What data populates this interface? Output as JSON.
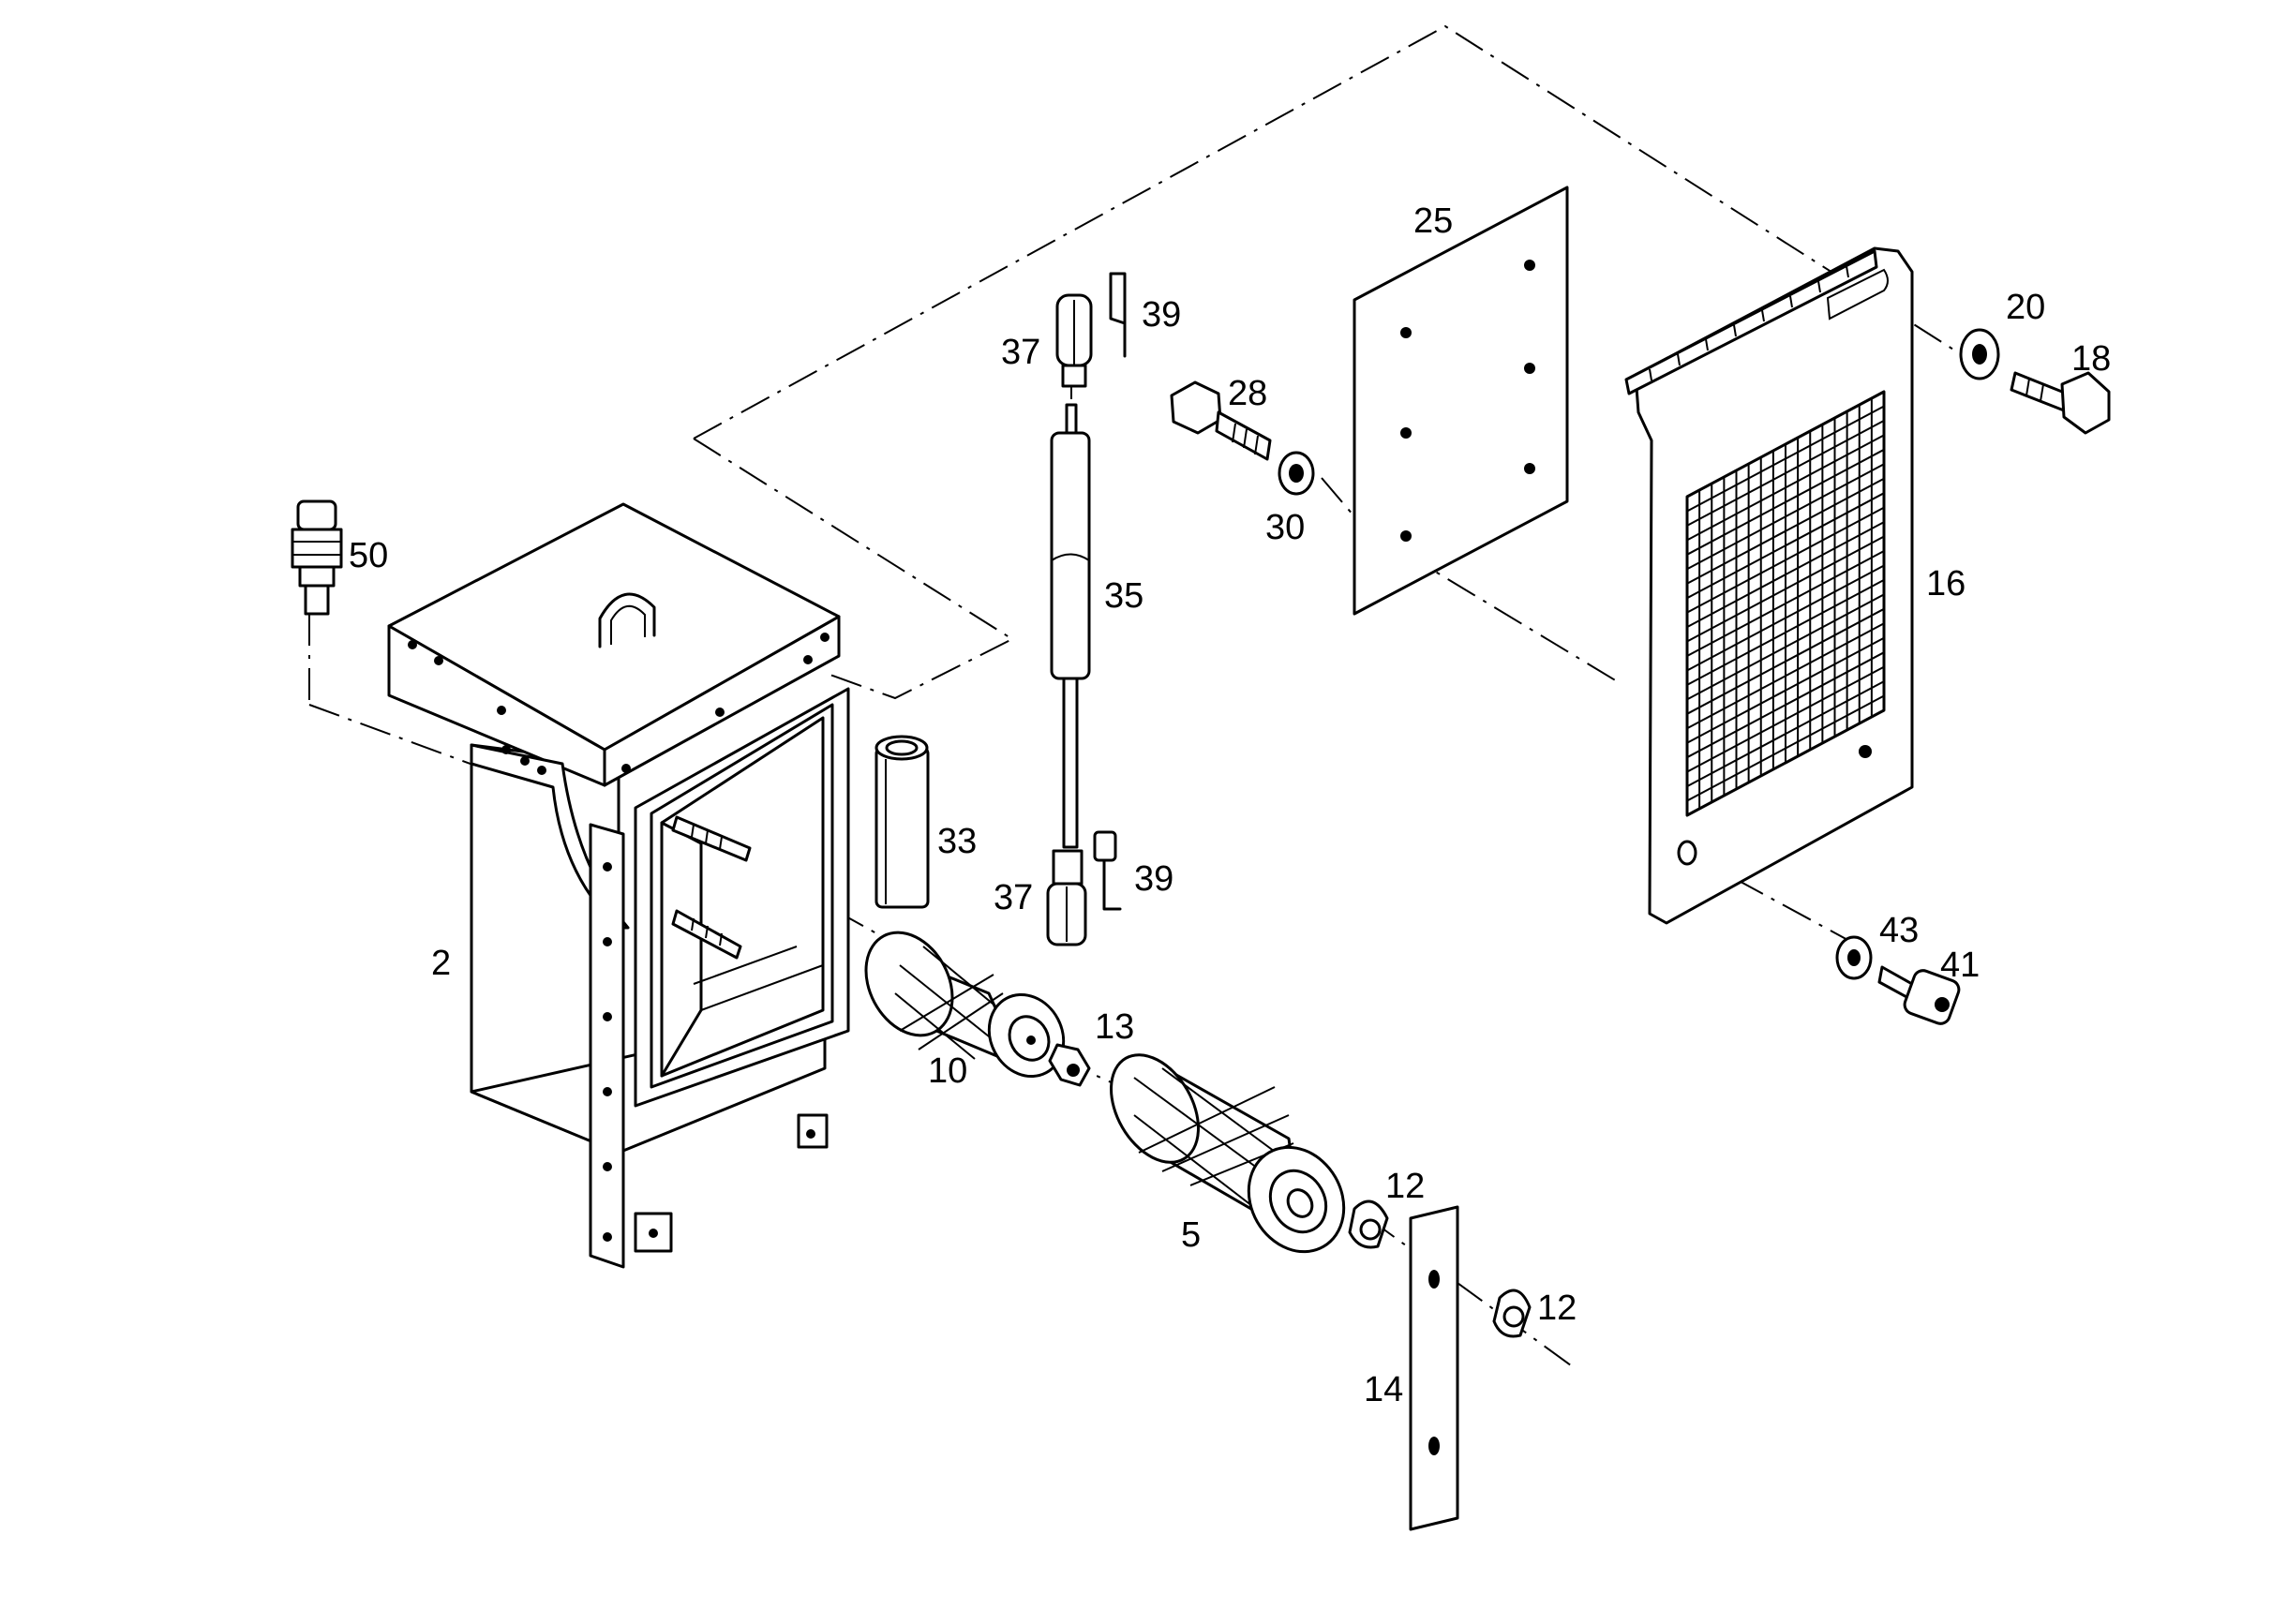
{
  "diagram": {
    "part_numbers": [
      {
        "id": "p2",
        "label": "2"
      },
      {
        "id": "p5",
        "label": "5"
      },
      {
        "id": "p10",
        "label": "10"
      },
      {
        "id": "p12a",
        "label": "12"
      },
      {
        "id": "p12b",
        "label": "12"
      },
      {
        "id": "p13",
        "label": "13"
      },
      {
        "id": "p14",
        "label": "14"
      },
      {
        "id": "p16",
        "label": "16"
      },
      {
        "id": "p18",
        "label": "18"
      },
      {
        "id": "p20",
        "label": "20"
      },
      {
        "id": "p25",
        "label": "25"
      },
      {
        "id": "p28",
        "label": "28"
      },
      {
        "id": "p30",
        "label": "30"
      },
      {
        "id": "p33",
        "label": "33"
      },
      {
        "id": "p35",
        "label": "35"
      },
      {
        "id": "p37a",
        "label": "37"
      },
      {
        "id": "p37b",
        "label": "37"
      },
      {
        "id": "p39a",
        "label": "39"
      },
      {
        "id": "p39b",
        "label": "39"
      },
      {
        "id": "p41",
        "label": "41"
      },
      {
        "id": "p43",
        "label": "43"
      },
      {
        "id": "p50",
        "label": "50"
      }
    ]
  }
}
